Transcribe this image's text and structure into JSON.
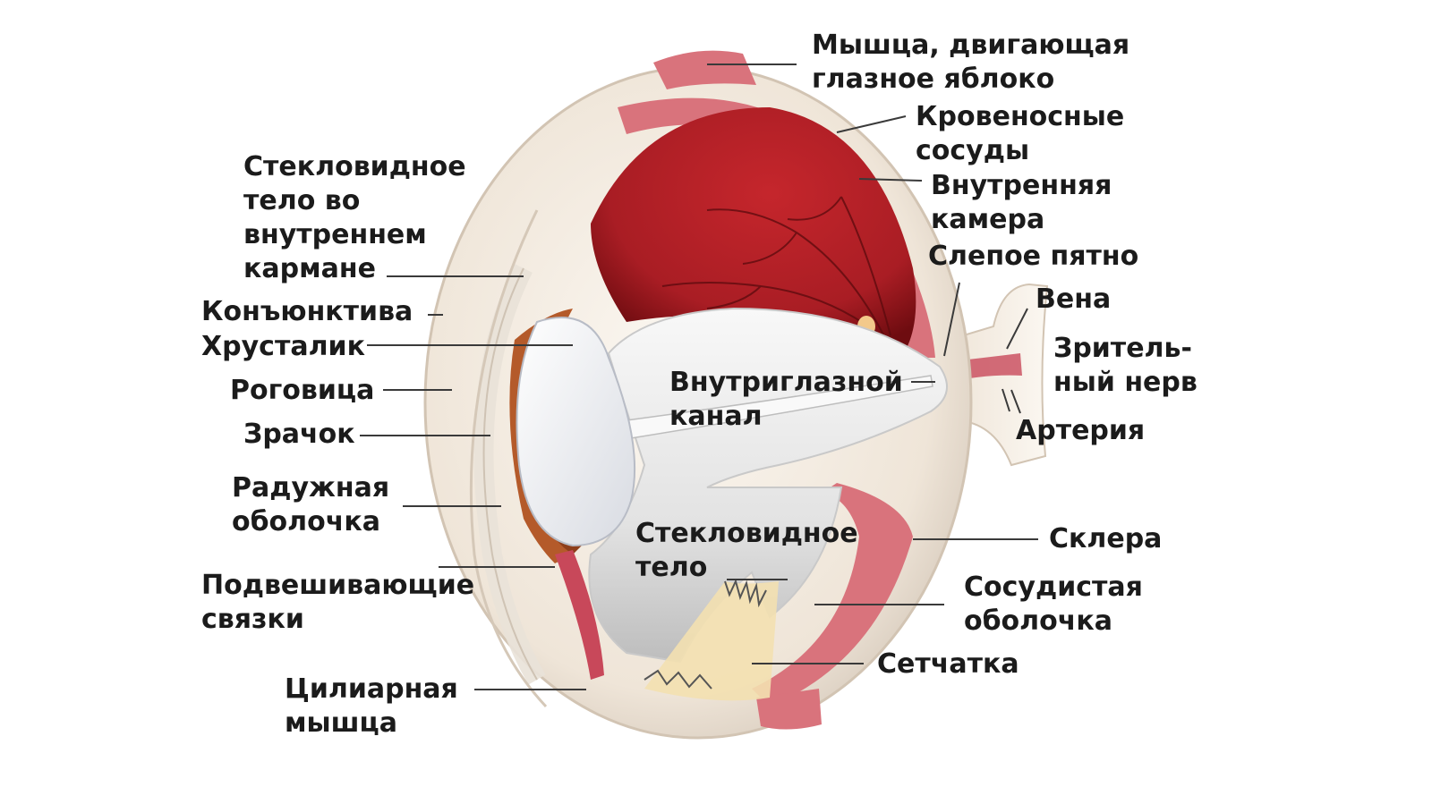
{
  "colors": {
    "sclera": "#f3ece2",
    "sclera_shadow": "#d9cdbf",
    "choroid": "#c8485a",
    "retina_red": "#a91d24",
    "retina_dark": "#6e0c10",
    "vitreous": "#ececec",
    "lens": "#f6f6f8",
    "iris": "#b45a2a",
    "muscle": "#d9737c",
    "leader": "#3a3a3a",
    "text": "#1b1b1b"
  },
  "labels": {
    "muscle": [
      "Мышца, двигающая",
      "глазное яблоко"
    ],
    "vessels": [
      "Кровеносные",
      "сосуды"
    ],
    "inner_chamber": [
      "Внутренняя",
      "камера"
    ],
    "blind_spot": [
      "Слепое пятно"
    ],
    "vein": [
      "Вена"
    ],
    "optic_nerve": [
      "Зритель-",
      "ный нерв"
    ],
    "artery": [
      "Артерия"
    ],
    "vitreous_pocket": [
      "Стекловидное",
      "тело во",
      "внутреннем",
      "кармане"
    ],
    "conjunctiva": [
      "Конъюнктива"
    ],
    "lens": [
      "Хрусталик"
    ],
    "cornea": [
      "Роговица"
    ],
    "pupil": [
      "Зрачок"
    ],
    "iris": [
      "Радужная",
      "оболочка"
    ],
    "suspensory": [
      "Подвешивающие",
      "связки"
    ],
    "ciliary": [
      "Цилиарная",
      "мышца"
    ],
    "hyaloid_canal": [
      "Внутриглазной",
      "канал"
    ],
    "vitreous_body": [
      "Стекловидное",
      "тело"
    ],
    "sclera": [
      "Склера"
    ],
    "choroid": [
      "Сосудистая",
      "оболочка"
    ],
    "retina": [
      "Сетчатка"
    ]
  }
}
